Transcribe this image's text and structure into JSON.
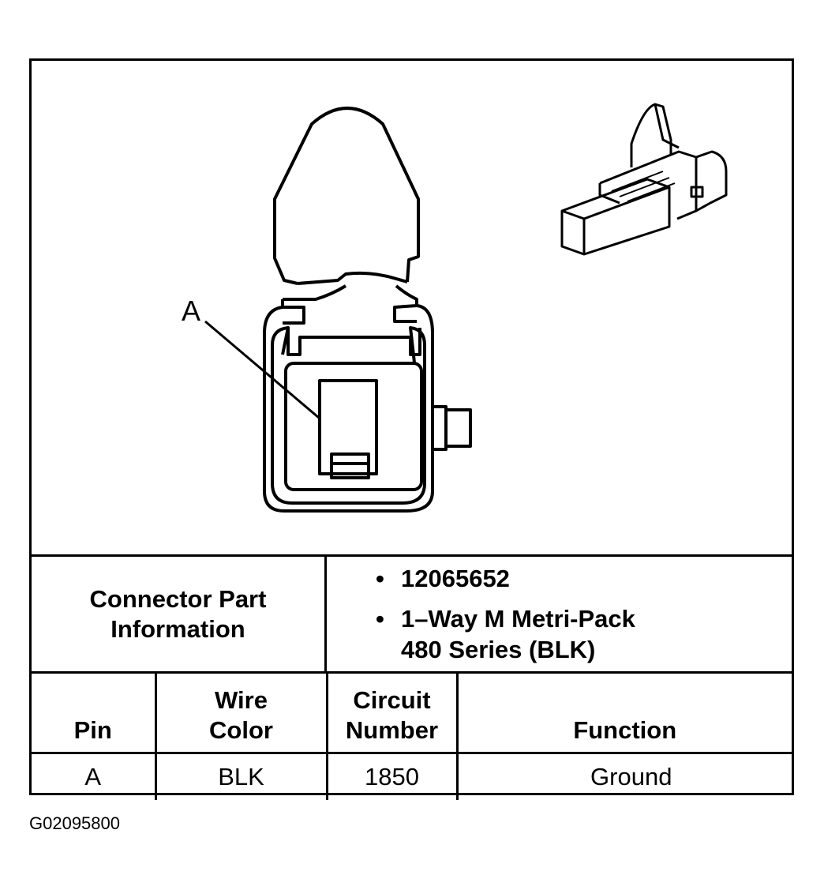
{
  "diagram": {
    "callout_label": "A"
  },
  "connector_info": {
    "label_line1": "Connector Part",
    "label_line2": "Information",
    "items": [
      {
        "lines": [
          "12065652"
        ]
      },
      {
        "lines": [
          "1–Way M Metri-Pack",
          "480 Series (BLK)"
        ]
      }
    ]
  },
  "pin_table": {
    "headers": {
      "pin": "Pin",
      "wire_color_line1": "Wire",
      "wire_color_line2": "Color",
      "circuit_line1": "Circuit",
      "circuit_line2": "Number",
      "function": "Function"
    },
    "rows": [
      {
        "pin": "A",
        "wire_color": "BLK",
        "circuit": "1850",
        "function": "Ground"
      }
    ]
  },
  "figure_id": "G02095800"
}
